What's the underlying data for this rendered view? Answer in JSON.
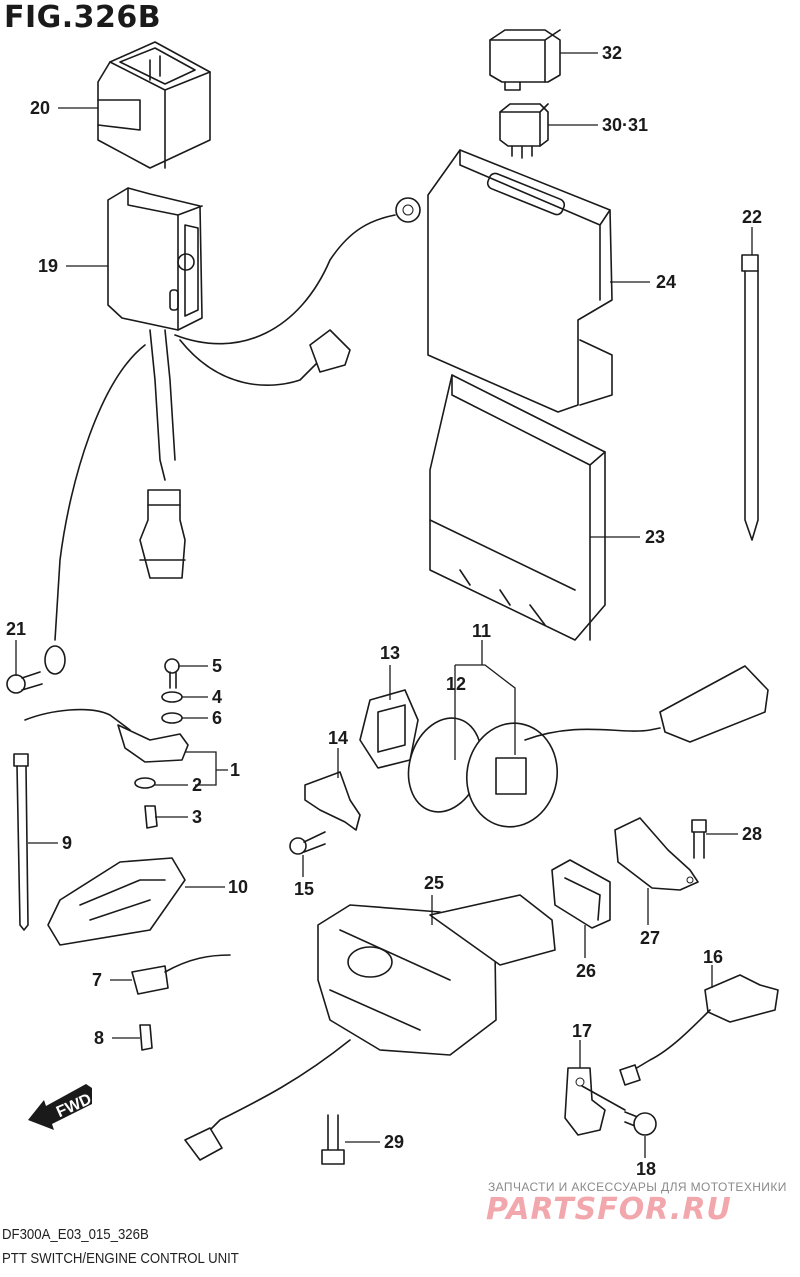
{
  "figure": {
    "title": "FIG.326B",
    "code": "DF300A_E03_015_326B",
    "name": "PTT SWITCH/ENGINE CONTROL UNIT",
    "direction_marker": "FWD"
  },
  "callouts": [
    {
      "id": "c32",
      "label": "32"
    },
    {
      "id": "c30-31",
      "label": "30·31"
    },
    {
      "id": "c20",
      "label": "20"
    },
    {
      "id": "c22",
      "label": "22"
    },
    {
      "id": "c19",
      "label": "19"
    },
    {
      "id": "c24",
      "label": "24"
    },
    {
      "id": "c23",
      "label": "23"
    },
    {
      "id": "c21",
      "label": "21"
    },
    {
      "id": "c5",
      "label": "5"
    },
    {
      "id": "c4",
      "label": "4"
    },
    {
      "id": "c6",
      "label": "6"
    },
    {
      "id": "c1",
      "label": "1"
    },
    {
      "id": "c2",
      "label": "2"
    },
    {
      "id": "c3",
      "label": "3"
    },
    {
      "id": "c9",
      "label": "9"
    },
    {
      "id": "c10",
      "label": "10"
    },
    {
      "id": "c7",
      "label": "7"
    },
    {
      "id": "c8",
      "label": "8"
    },
    {
      "id": "c11",
      "label": "11"
    },
    {
      "id": "c12",
      "label": "12"
    },
    {
      "id": "c13",
      "label": "13"
    },
    {
      "id": "c14",
      "label": "14"
    },
    {
      "id": "c15",
      "label": "15"
    },
    {
      "id": "c28",
      "label": "28"
    },
    {
      "id": "c25",
      "label": "25"
    },
    {
      "id": "c26",
      "label": "26"
    },
    {
      "id": "c27",
      "label": "27"
    },
    {
      "id": "c16",
      "label": "16"
    },
    {
      "id": "c17",
      "label": "17"
    },
    {
      "id": "c18",
      "label": "18"
    },
    {
      "id": "c29",
      "label": "29"
    }
  ],
  "watermark": {
    "tagline": "ЗАПЧАСТИ И АКСЕССУАРЫ ДЛЯ МОТОТЕХНИКИ",
    "brand": "PARTSFOR.RU",
    "brand_color": "#f2a7ad"
  }
}
